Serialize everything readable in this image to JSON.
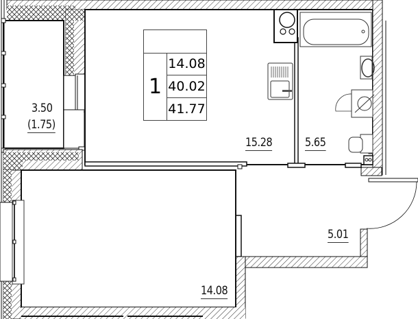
{
  "plan": {
    "type": "apartment floor plan",
    "unit_table": {
      "rooms_count": "1",
      "living_area": "14.08",
      "total_area": "40.02",
      "total_area_with_balcony": "41.77"
    },
    "rooms": [
      {
        "id": "balcony",
        "area": "3.50",
        "area_reduced": "(1.75)"
      },
      {
        "id": "kitchen",
        "area": "15.28"
      },
      {
        "id": "bathroom",
        "area": "5.65"
      },
      {
        "id": "hallway",
        "area": "5.01"
      },
      {
        "id": "bedroom",
        "area": "14.08"
      }
    ],
    "colors": {
      "wall": "#111111",
      "hatch": "#333333",
      "background": "#ffffff"
    }
  }
}
